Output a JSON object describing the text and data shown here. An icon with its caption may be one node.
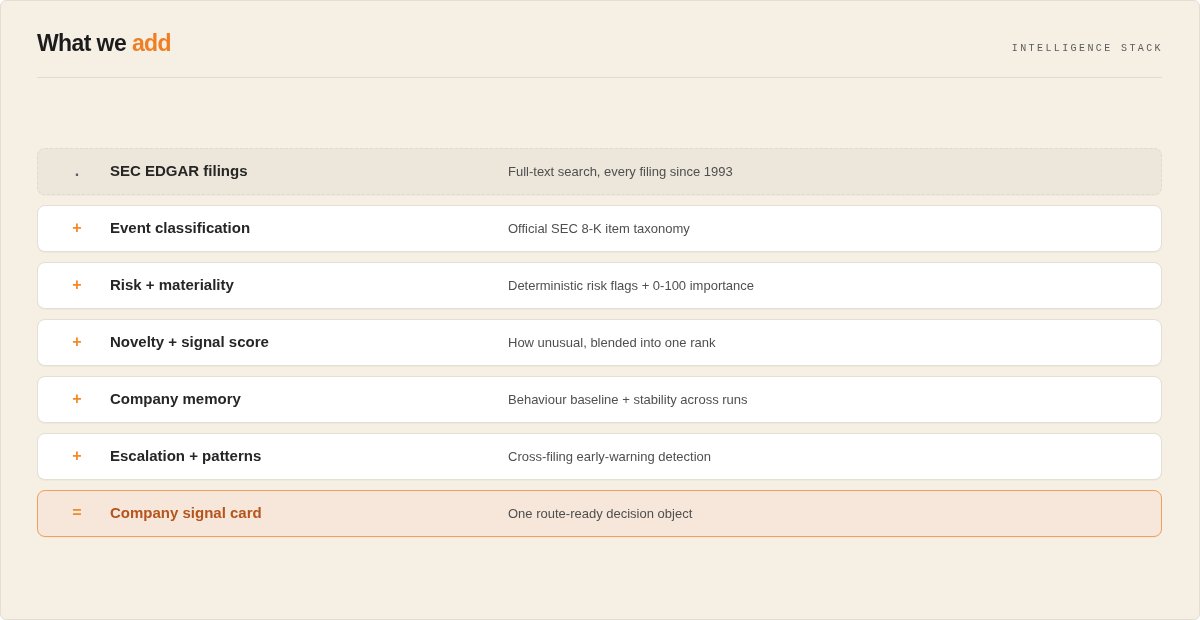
{
  "diagram": {
    "title": "What we add",
    "nodes": [
      {
        "text": [
          ".",
          "SEC EDGAR filings",
          "Full-text search, every filing since 1993"
        ]
      },
      {
        "text": [
          "+",
          "Event classification",
          "Official SEC 8-K item taxonomy"
        ]
      },
      {
        "text": [
          "+",
          "Risk + materiality",
          "Deterministic risk flags + 0-100 importance"
        ]
      },
      {
        "text": [
          "+",
          "Novelty + signal score",
          "How unusual, blended into one rank"
        ]
      },
      {
        "text": [
          "+",
          "Company memory",
          "Behaviour baseline + stability across runs"
        ]
      },
      {
        "text": [
          "+",
          "Escalation + patterns",
          "Cross-filing early-warning detection"
        ]
      },
      {
        "text": [
          "=",
          "Company signal card",
          "One route-ready decision object"
        ]
      }
    ],
    "labels": [
      "INTELLIGENCE STACK"
    ]
  }
}
